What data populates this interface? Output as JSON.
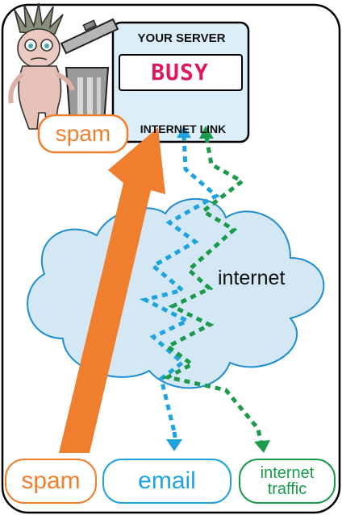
{
  "server": {
    "title": "YOUR SERVER",
    "status": "BUSY",
    "link": "INTERNET LINK"
  },
  "labels": {
    "spam_top": "spam",
    "internet": "internet"
  },
  "legend": {
    "spam": "spam",
    "email": "email",
    "traffic_line1": "internet",
    "traffic_line2": "traffic"
  },
  "colors": {
    "spam": "#ef7f2e",
    "email": "#1ea3df",
    "traffic": "#1a9a4a",
    "busy": "#e0185a",
    "cloud_fill": "#d3e7f4",
    "cloud_stroke": "#1d8dcf",
    "server_fill": "#dceef8"
  },
  "icons": {
    "character": "troll-monster-icon",
    "bin": "trash-can-icon"
  }
}
